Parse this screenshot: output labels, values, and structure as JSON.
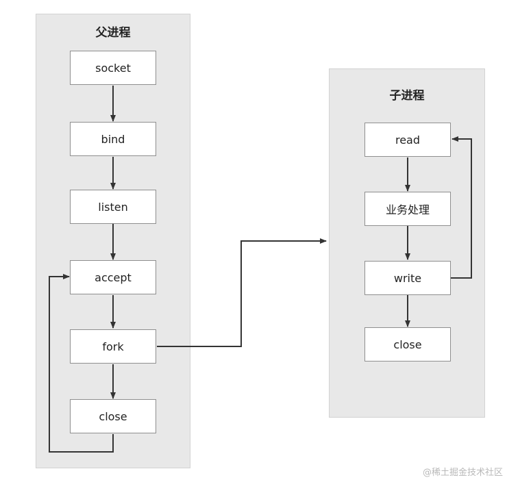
{
  "parent_panel": {
    "title": "父进程"
  },
  "child_panel": {
    "title": "子进程"
  },
  "parent_nodes": {
    "socket": "socket",
    "bind": "bind",
    "listen": "listen",
    "accept": "accept",
    "fork": "fork",
    "close": "close"
  },
  "child_nodes": {
    "read": "read",
    "process": "业务处理",
    "write": "write",
    "close": "close"
  },
  "watermark": "@稀土掘金技术社区",
  "colors": {
    "line": "#333333",
    "panel": "#e8e8e8",
    "node_border": "#8e8e8e"
  }
}
